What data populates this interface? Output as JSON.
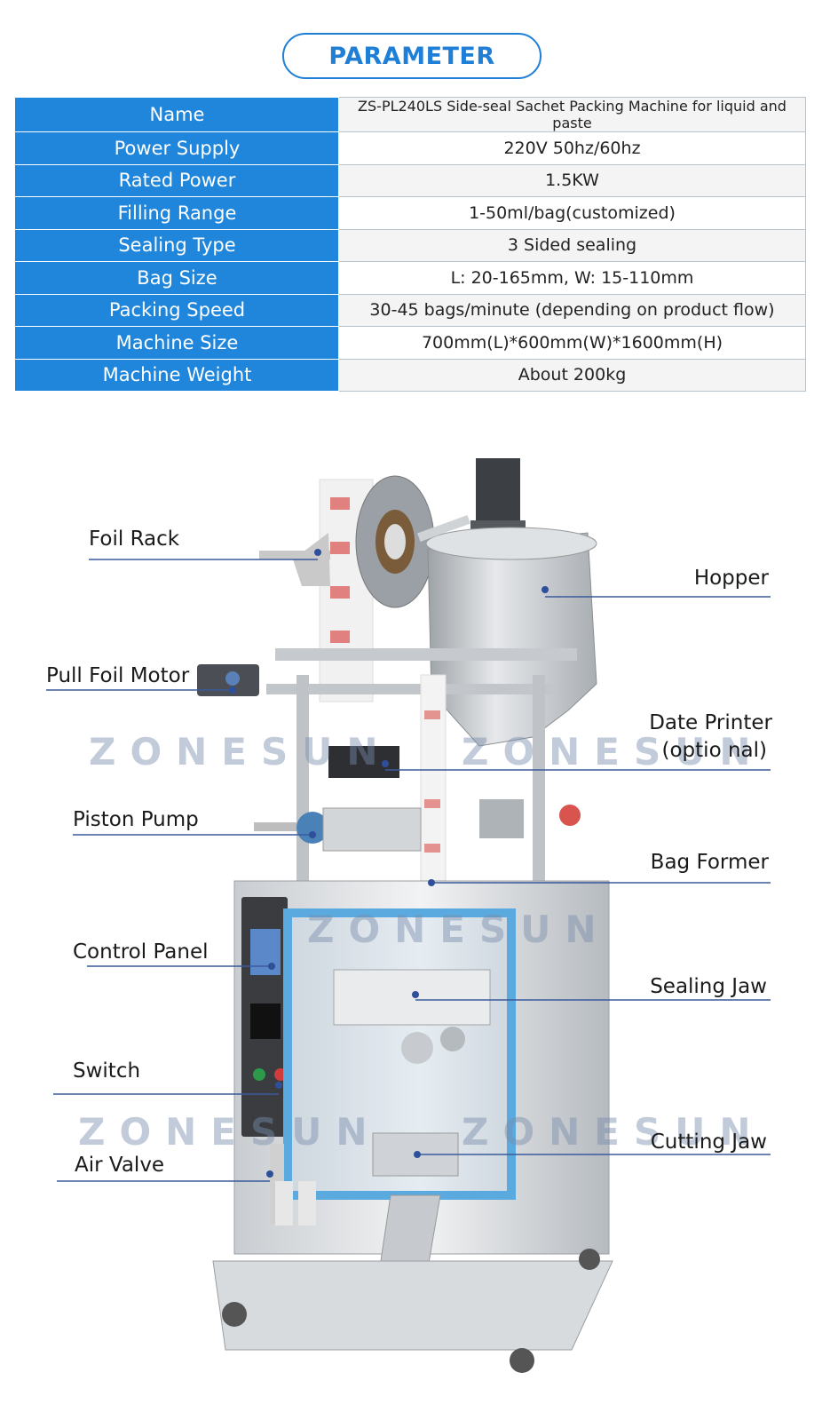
{
  "title": "PARAMETER",
  "params": [
    {
      "label": "Name",
      "value": "ZS-PL240LS Side-seal Sachet Packing Machine for liquid and paste"
    },
    {
      "label": "Power Supply",
      "value": "220V 50hz/60hz"
    },
    {
      "label": "Rated Power",
      "value": "1.5KW"
    },
    {
      "label": "Filling Range",
      "value": "1-50ml/bag(customized)"
    },
    {
      "label": "Sealing Type",
      "value": "3 Sided sealing"
    },
    {
      "label": "Bag Size",
      "value": "L: 20-165mm, W: 15-110mm"
    },
    {
      "label": "Packing Speed",
      "value": "30-45 bags/minute (depending on product flow)"
    },
    {
      "label": "Machine Size",
      "value": "700mm(L)*600mm(W)*1600mm(H)"
    },
    {
      "label": "Machine Weight",
      "value": "About 200kg"
    }
  ],
  "callouts": {
    "foil_rack": "Foil Rack",
    "pull_foil_motor": "Pull Foil Motor",
    "piston_pump": "Piston Pump",
    "control_panel": "Control Panel",
    "switch": "Switch",
    "air_valve": "Air Valve",
    "hopper": "Hopper",
    "date_printer_1": "Date Printer",
    "date_printer_2": "(optio nal)",
    "bag_former": "Bag Former",
    "sealing_jaw": "Sealing Jaw",
    "cutting_jaw": "Cutting Jaw"
  },
  "watermark": "ZONESUN",
  "colors": {
    "accent": "#1f86dc",
    "line": "#3a5a9c"
  }
}
